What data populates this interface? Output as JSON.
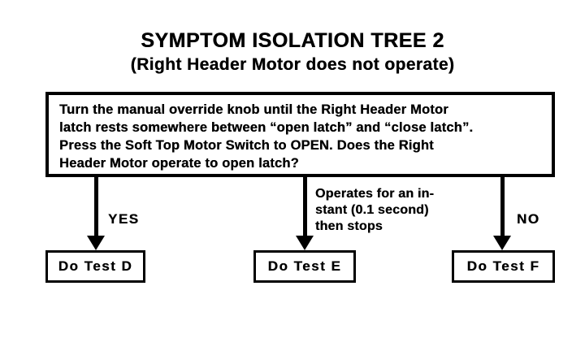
{
  "page": {
    "title": "SYMPTOM ISOLATION TREE 2",
    "subtitle": "(Right Header Motor does not operate)"
  },
  "colors": {
    "ink": "#000000",
    "background": "#ffffff"
  },
  "question": {
    "lines": [
      "Turn the manual override knob until the Right Header Motor",
      "latch rests somewhere between “open latch” and “close latch”.",
      "Press the Soft Top Motor Switch to OPEN. Does the Right",
      "Header Motor operate to open latch?"
    ]
  },
  "branches": [
    {
      "label": "YES",
      "result": "Do Test D"
    },
    {
      "label_lines": [
        "Operates for an in-",
        "stant (0.1 second)",
        "then stops"
      ],
      "result": "Do Test E"
    },
    {
      "label": "NO",
      "result": "Do Test F"
    }
  ]
}
